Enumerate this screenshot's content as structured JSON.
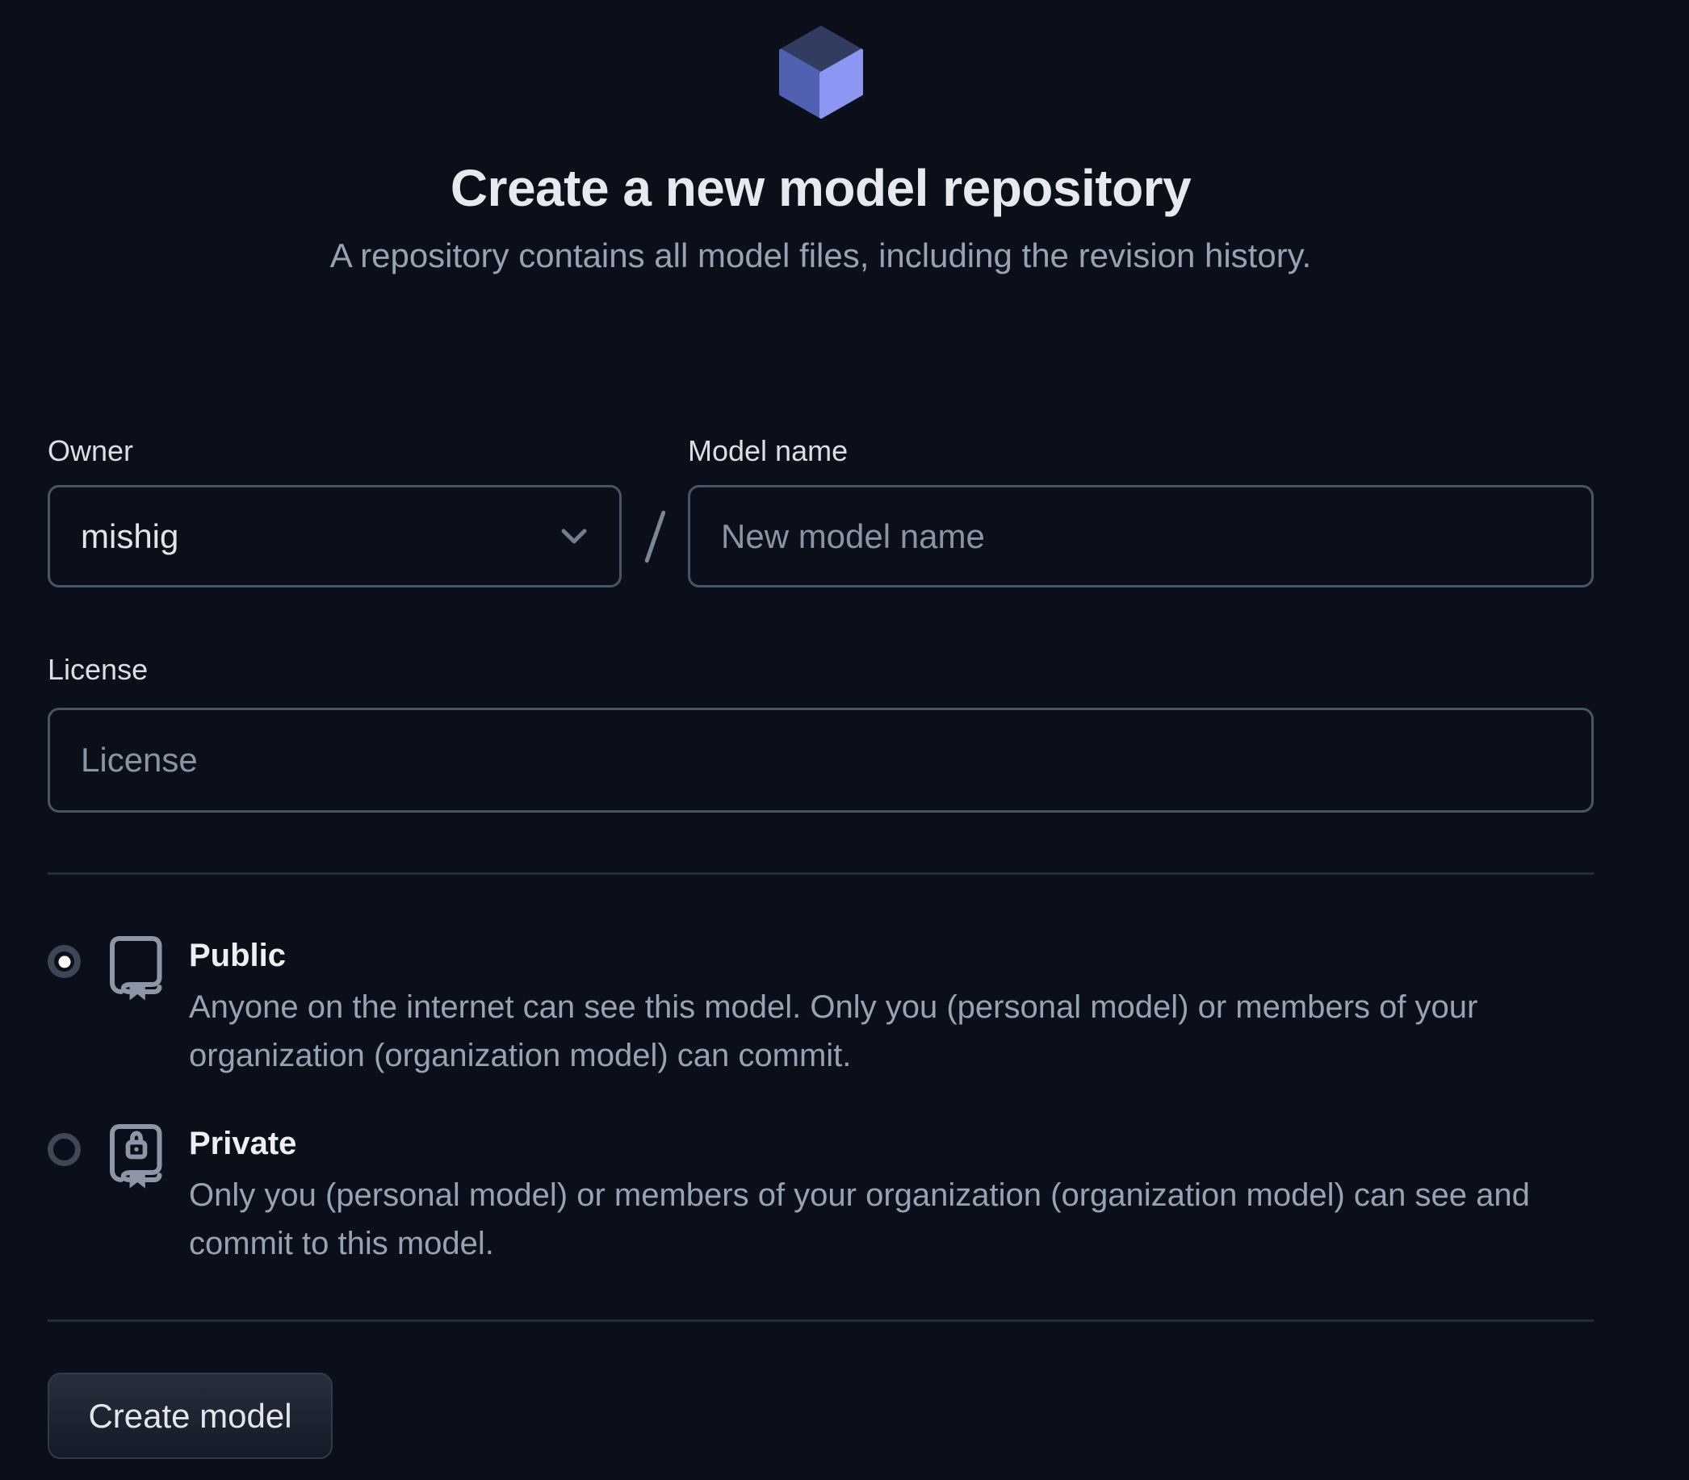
{
  "app": {
    "background_color": "#0b0f19"
  },
  "header": {
    "cube_icon": {
      "name": "cube-icon",
      "top_color": "#323c60",
      "left_color": "#5260b2",
      "right_color": "#8d97f3"
    },
    "title": "Create a new model repository",
    "subtitle": "A repository contains all model files, including the revision history."
  },
  "form": {
    "owner": {
      "label": "Owner",
      "value": "mishig",
      "chevron_icon": "chevron-down-icon"
    },
    "separator": "/",
    "model_name": {
      "label": "Model name",
      "value": "",
      "placeholder": "New model name"
    },
    "license": {
      "label": "License",
      "value": "",
      "placeholder": "License"
    }
  },
  "visibility_options": [
    {
      "id": "public",
      "icon": "book-icon",
      "title": "Public",
      "selected": true,
      "description_line1": "Anyone on the internet can see this model. Only you (personal model) or members of your",
      "description_line2": "organization (organization model) can commit."
    },
    {
      "id": "private",
      "icon": "book-lock-icon",
      "title": "Private",
      "selected": false,
      "description_line1": "Only you (personal model) or members of your organization (organization model) can see and",
      "description_line2": "commit to this model."
    }
  ],
  "footer": {
    "create_button": "Create model"
  },
  "colors": {
    "input_border": "#4a5468",
    "divider": "#232c3d",
    "icon_gray": "#8c96a6",
    "muted_text": "#99a2b4",
    "radio_ring": "#3c4656"
  }
}
